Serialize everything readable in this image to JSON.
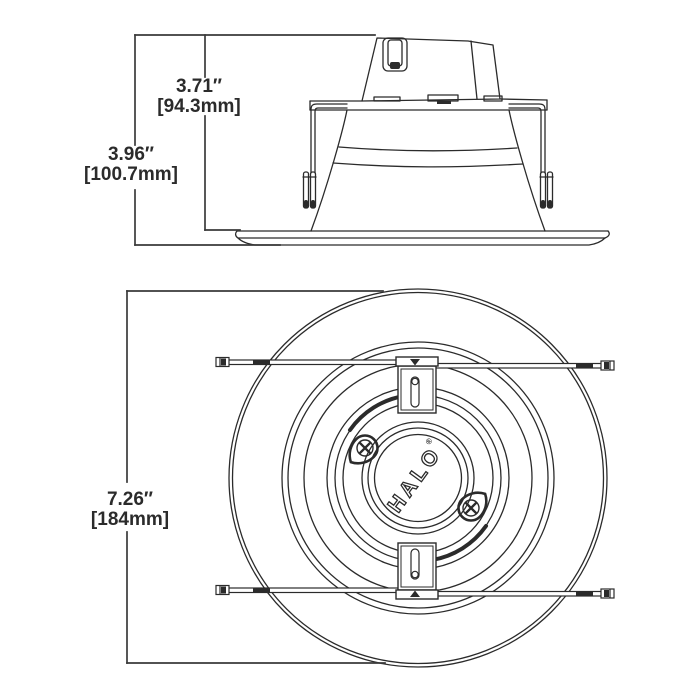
{
  "colors": {
    "line_color": "#2b2b2b",
    "dimension_color": "#3a3a3a",
    "background": "#ffffff"
  },
  "side_view": {
    "dim_fixture_height": {
      "inches": "3.71″",
      "millimeters": "[94.3mm]"
    },
    "dim_overall_height": {
      "inches": "3.96″",
      "millimeters": "[100.7mm]"
    }
  },
  "bottom_view": {
    "dim_outer_diameter": {
      "inches": "7.26″",
      "millimeters": "[184mm]"
    },
    "brand": {
      "name": "HALO",
      "trademark": "®"
    }
  }
}
